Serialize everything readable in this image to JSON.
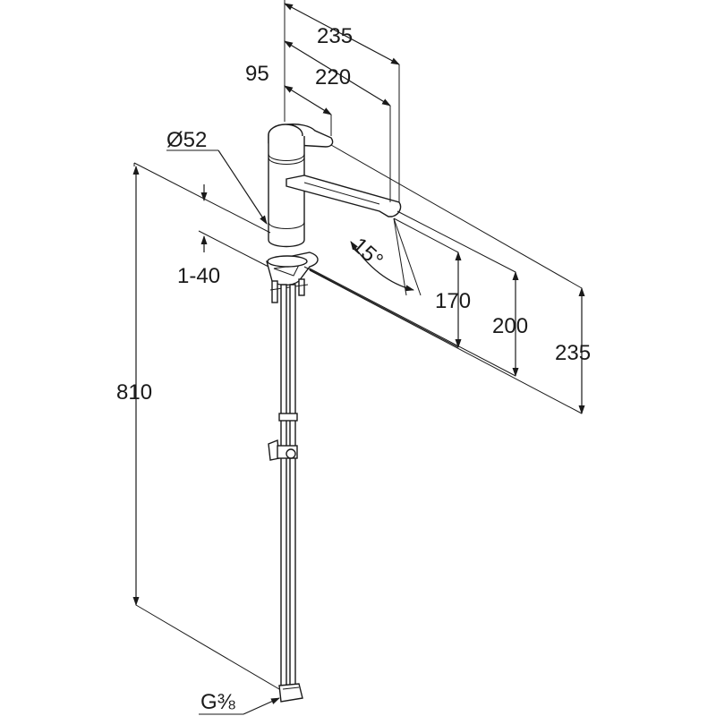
{
  "dimensions": {
    "width_overall": "235",
    "width_spout": "220",
    "lever_offset": "95",
    "diameter": "Ø52",
    "deck_thickness": "1-40",
    "height_outlet": "170",
    "height_spout": "200",
    "height_total": "235",
    "hose_length": "810",
    "swivel_angle": "15°",
    "connection": "G⅜"
  },
  "colors": {
    "line": "#1a1a1a",
    "background": "#ffffff"
  }
}
